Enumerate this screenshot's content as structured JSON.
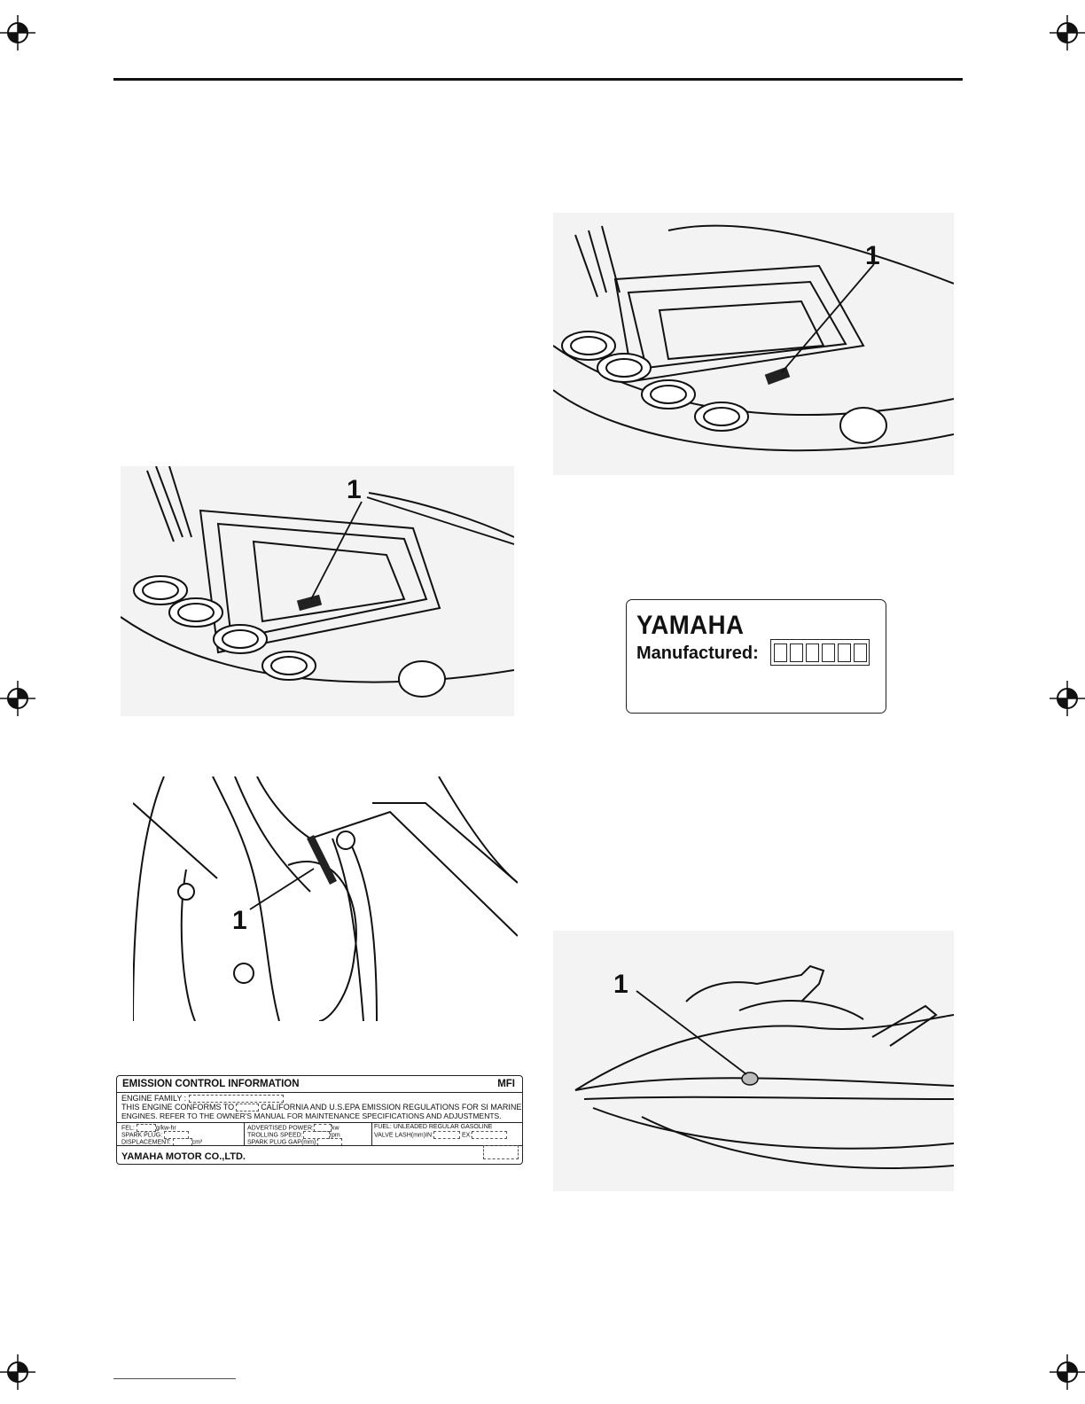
{
  "callouts": {
    "fig_top_right": "1",
    "fig_mid_left": "1",
    "fig_lower_left": "1",
    "fig_bottom_right": "1"
  },
  "manufactured_label": {
    "brand": "YAMAHA",
    "text": "Manufactured:"
  },
  "emission_label": {
    "title": "EMISSION CONTROL INFORMATION",
    "tag": "MFI",
    "line1": "ENGINE FAMILY :",
    "line2a": "THIS ENGINE CONFORMS TO",
    "line2b": "CALIFORNIA AND U.S.EPA EMISSION REGULATIONS FOR SI MARINE",
    "line3": "ENGINES.  REFER TO THE OWNER'S MANUAL FOR MAINTENANCE SPECIFICATIONS AND ADJUSTMENTS.",
    "fel": "FEL:",
    "fel_unit": "g/kw-hr",
    "spark_plug": "SPARK PLUG:",
    "displacement": "DISPLACEMENT:",
    "displacement_unit": "cm³",
    "advertised_power": "ADVERTISED POWER:",
    "advertised_power_unit": "kw",
    "trolling_speed": "TROLLING SPEED:",
    "trolling_speed_unit": "rpm",
    "spark_plug_gap": "SPARK PLUG GAP(mm):",
    "fuel": "FUEL:  UNLEADED REGULAR GASOLINE",
    "valve_lash": "VALVE LASH(mm)IN:",
    "valve_lash_ex": "EX:",
    "manufacturer": "YAMAHA MOTOR CO.,LTD."
  }
}
